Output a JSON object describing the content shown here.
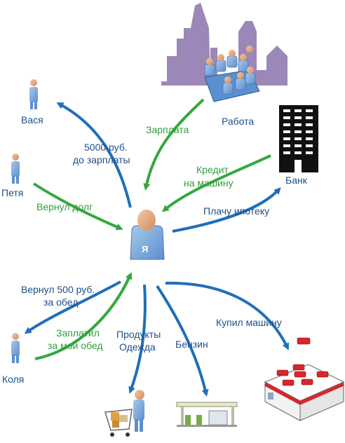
{
  "colors": {
    "blue": "#1f6fb8",
    "green": "#33a83f",
    "label_blue": "#1f4e8c",
    "label_green": "#2e9e3e",
    "purple": "#9b87b8"
  },
  "nodes": {
    "me": "Я",
    "vasya": "Вася",
    "petya": "Петя",
    "kolya": "Коля",
    "work": "Работа",
    "bank": "Банк"
  },
  "edges": {
    "salary": "Зарплата",
    "loan_advance_1": "5000 руб.",
    "loan_advance_2": "до зарплаты",
    "returned_debt": "Вернул долг",
    "car_credit_1": "Кредит",
    "car_credit_2": "на машину",
    "mortgage": "Плачу ипотеку",
    "returned_lunch_1": "Вернул 500 руб.",
    "returned_lunch_2": "за обед",
    "paid_lunch_1": "Заплатил",
    "paid_lunch_2": "за мой обед",
    "groceries_1": "Продукты",
    "groceries_2": "Одежда",
    "fuel": "Бензин",
    "bought_car": "Купил машину"
  }
}
